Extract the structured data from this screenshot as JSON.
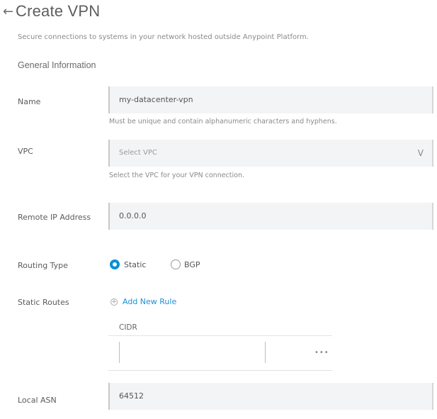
{
  "header": {
    "back_icon": "arrow-left-icon",
    "back_glyph": "←",
    "title": "Create VPN",
    "subtitle": "Secure connections to systems in your network hosted outside Anypoint Platform."
  },
  "section": {
    "title": "General Information"
  },
  "form": {
    "name": {
      "label": "Name",
      "value": "my-datacenter-vpn",
      "help": "Must be unique and contain alphanumeric characters and hyphens."
    },
    "vpc": {
      "label": "VPC",
      "placeholder": "Select VPC",
      "chevron_glyph": "V",
      "help": "Select the VPC for your VPN connection."
    },
    "remote_ip": {
      "label": "Remote IP Address",
      "value": "0.0.0.0"
    },
    "routing_type": {
      "label": "Routing Type",
      "options": [
        {
          "label": "Static",
          "selected": true
        },
        {
          "label": "BGP",
          "selected": false
        }
      ]
    },
    "static_routes": {
      "label": "Static Routes",
      "add_label": "Add New Rule",
      "add_glyph": "+",
      "columns": [
        "CIDR"
      ],
      "rows": [
        {
          "cidr": "",
          "menu_glyph": "•••"
        }
      ]
    },
    "local_asn": {
      "label": "Local ASN",
      "value": "64512"
    }
  },
  "colors": {
    "accent": "#0a8fd8",
    "link": "#1a8fd6",
    "input_bg": "#f3f4f5"
  }
}
